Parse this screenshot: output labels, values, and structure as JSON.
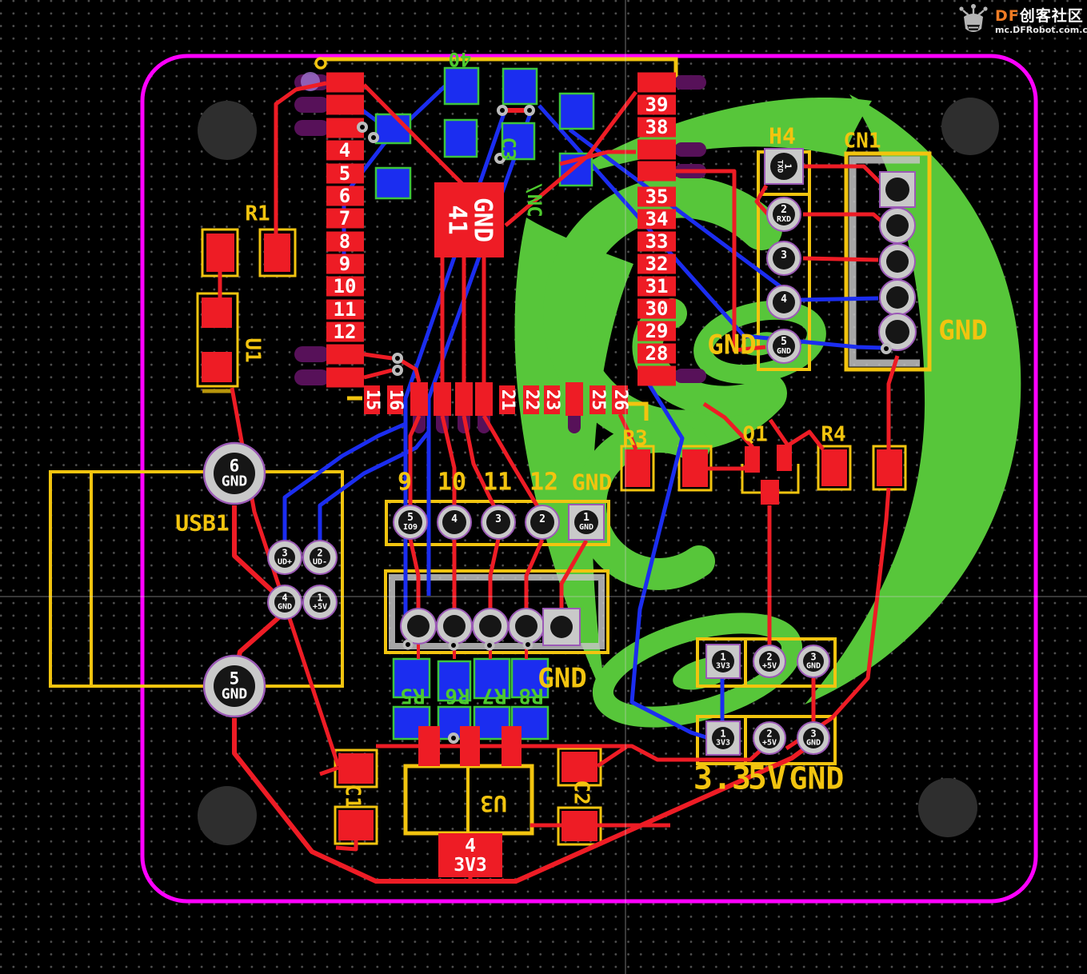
{
  "brand": {
    "df": "DF",
    "community": "创客社区",
    "site": "mc.DFRobot.com.cn"
  },
  "refs": {
    "r1": "R1",
    "u1": "U1",
    "usb1": "USB1",
    "c1": "C1",
    "u3": "U3",
    "c2": "C2",
    "r3": "R3",
    "q1": "Q1",
    "r4": "R4",
    "h4": "H4",
    "cn1": "CN1"
  },
  "silk_green": {
    "pin40": "40",
    "c3": "C3",
    "nc": "\\NC",
    "r5": "R5",
    "r6": "R6",
    "r7": "R7",
    "r8": "R8"
  },
  "gnd_texts": {
    "h4": "GND",
    "cn1": "GND",
    "resistors": "GND"
  },
  "module": {
    "left_pins": [
      "4",
      "5",
      "6",
      "7",
      "8",
      "9",
      "10",
      "11",
      "12"
    ],
    "bottom_pins": [
      "15",
      "16",
      "21",
      "22",
      "23",
      "25",
      "26"
    ],
    "right_pins": [
      "39",
      "38",
      "35",
      "34",
      "33",
      "32",
      "31",
      "30",
      "29",
      "28"
    ],
    "gnd41": {
      "line1": "GND",
      "line2": "41"
    }
  },
  "usb_pads": {
    "p6": {
      "num": "6",
      "net": "GND"
    },
    "p5": {
      "num": "5",
      "net": "GND"
    },
    "p3": {
      "num": "3",
      "net": "UD+"
    },
    "p2": {
      "num": "2",
      "net": "UD-"
    },
    "p4": {
      "num": "4",
      "net": "GND"
    },
    "p1": {
      "num": "1",
      "net": "+5V"
    }
  },
  "io_header": {
    "labels": [
      "9",
      "10",
      "11",
      "12",
      "GND"
    ],
    "pads": [
      {
        "num": "5",
        "net": "IO9"
      },
      {
        "num": "4",
        "net": ""
      },
      {
        "num": "3",
        "net": ""
      },
      {
        "num": "2",
        "net": ""
      },
      {
        "num": "1",
        "net": "GND"
      }
    ]
  },
  "h4_pads": [
    {
      "num": "1",
      "net": "TXD"
    },
    {
      "num": "2",
      "net": "RXD"
    },
    {
      "num": "3",
      "net": ""
    },
    {
      "num": "4",
      "net": ""
    },
    {
      "num": "5",
      "net": "GND"
    }
  ],
  "power_header": {
    "rows": [
      [
        {
          "num": "1",
          "net": "3V3"
        },
        {
          "num": "2",
          "net": "+5V"
        },
        {
          "num": "3",
          "net": "GND"
        }
      ],
      [
        {
          "num": "1",
          "net": "3V3"
        },
        {
          "num": "2",
          "net": "+5V"
        },
        {
          "num": "3",
          "net": "GND"
        }
      ]
    ],
    "caption": [
      "3.3",
      "5V",
      "GND"
    ]
  },
  "u3_pad4": {
    "num": "4",
    "net": "3V3"
  },
  "colors": {
    "board_outline": "#ff00ff",
    "copper_top": "#ee1c25",
    "copper_bottom": "#1b2df0",
    "silkscreen_yellow": "#f2c40f",
    "silkscreen_green": "#4ecb2e",
    "logo_green": "#57c63a",
    "pad_ring": "#c9c9c9",
    "drill": "#161616",
    "inner_layer_purple": "#571159",
    "brand_orange": "#f07c24"
  }
}
